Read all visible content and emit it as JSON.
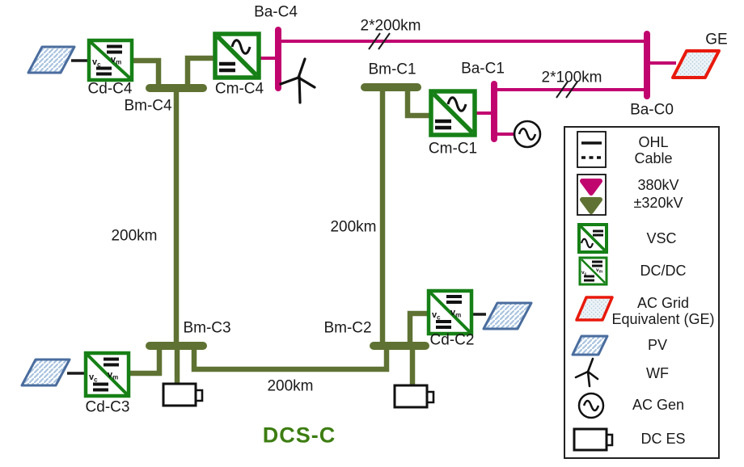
{
  "diagram_title": "DCS-C",
  "colors": {
    "ac_380kv_magenta": "#C1056F",
    "dc_320kv_olive": "#5F7233",
    "converter_green": "#168016",
    "pv_blue": "#4A6D9E",
    "ge_red": "#E8190C",
    "title_green": "#3C7D11"
  },
  "buses": {
    "ba_c4": "Ba-C4",
    "ba_c1": "Ba-C1",
    "ba_c0": "Ba-C0",
    "bm_c4": "Bm-C4",
    "bm_c1": "Bm-C1",
    "bm_c2": "Bm-C2",
    "bm_c3": "Bm-C3"
  },
  "converters": {
    "cm_c4": "Cm-C4",
    "cm_c1": "Cm-C1",
    "cd_c4": "Cd-C4",
    "cd_c3": "Cd-C3",
    "cd_c2": "Cd-C2"
  },
  "lines": {
    "top": "2*200km",
    "right": "2*100km",
    "left_vertical": "200km",
    "mid_vertical": "200km",
    "bottom": "200km"
  },
  "generator_label": "GE",
  "sub_labels": {
    "v": "v",
    "c": "c",
    "m": "m"
  },
  "legend": {
    "ohl": "OHL",
    "cable": "Cable",
    "kv380": "380kV",
    "kv320": "±320kV",
    "vsc": "VSC",
    "dcdc": "DC/DC",
    "ac_grid_line1": "AC Grid",
    "ac_grid_line2": "Equivalent (GE)",
    "pv": "PV",
    "wf": "WF",
    "ac_gen": "AC Gen",
    "dc_es": "DC ES"
  }
}
